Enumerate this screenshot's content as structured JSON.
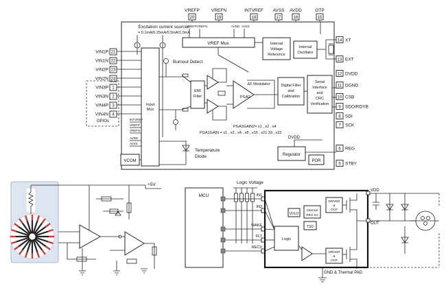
{
  "adc": {
    "left_pins": [
      {
        "name": "VIN1P",
        "num": "21"
      },
      {
        "name": "VIN1N",
        "num": "22"
      },
      {
        "name": "VIN2P",
        "num": "23"
      },
      {
        "name": "VIN2N",
        "num": "24"
      },
      {
        "name": "VIN3P",
        "num": "1"
      },
      {
        "name": "VIN3N",
        "num": "2"
      },
      {
        "name": "VIN4P",
        "num": "3"
      },
      {
        "name": "VIN4N",
        "num": "4"
      }
    ],
    "top_pins": [
      {
        "name": "VREFP",
        "num": "20"
      },
      {
        "name": "VREFN",
        "num": "19"
      },
      {
        "name": "INTVREF",
        "num": "18"
      },
      {
        "name": "AVSS",
        "num": "17"
      },
      {
        "name": "AVDD",
        "num": "16"
      },
      {
        "name": "OTP",
        "num": "15"
      }
    ],
    "right_pins": [
      {
        "name": "XT",
        "num": "14"
      },
      {
        "name": "EXT",
        "num": "13"
      },
      {
        "name": "DVDD",
        "num": "12"
      },
      {
        "name": "DGND",
        "num": "11"
      },
      {
        "name": "CSB",
        "num": "10"
      },
      {
        "name": "SDO/RDYB",
        "num": "9"
      },
      {
        "name": "SDI",
        "num": "8"
      },
      {
        "name": "SCK",
        "num": "7"
      },
      {
        "name": "REG",
        "num": "6"
      },
      {
        "name": "STBY",
        "num": "5"
      }
    ],
    "gpio_label": "GPIOs",
    "excitation_title": "Excitation current sources",
    "excitation_values": "= 0.1mA/0.25mA/0.5mA/1.0mA",
    "vref_mux": "VREF Mux",
    "vref_inputs": [
      "VREFP",
      "VREFN",
      "AVDD",
      "AVSS"
    ],
    "internal_ref": [
      "Internal",
      "Voltage",
      "Reference"
    ],
    "internal_osc": [
      "Internal",
      "Oscillator"
    ],
    "burnout": "Burnout Detect",
    "emi": [
      "EMI",
      "Filter"
    ],
    "pga2": "PGA2",
    "modulator": "ΔΣ Modulator",
    "digital_filter": [
      "Digital Filter",
      "and",
      "Calibration"
    ],
    "serial": [
      "Serial",
      "Interface",
      "and",
      "CRC",
      "Verification"
    ],
    "input_mux": [
      "Input",
      "Mux"
    ],
    "mux_inputs": [
      "INTVREF",
      "VREFP",
      "VREFN",
      "AVDD",
      "AVSS"
    ],
    "pga2_gain": "PGA2GAIN2= x1 , x2 , x4",
    "pga1_gain": "PGA1GAIN = x1 , x2 , x4 , x8 , x16 , x21.33 , x32",
    "vcom": "VCOM",
    "temp": [
      "Temperature",
      "Diode"
    ],
    "dvdd_label": "DVDD",
    "regulator": "Regulator",
    "por": "POR"
  },
  "sensor": {
    "supply": "+5V"
  },
  "driver": {
    "mcu": "MCU",
    "logic_voltage": "Logic Voltage",
    "signals": [
      "IN1",
      "IN2",
      "WAKE",
      "FLT",
      "RECV"
    ],
    "vdd": "VDD",
    "out": "OUT",
    "gnd": "GND & Thermal PAD",
    "uvlo": "UVLO",
    "reg": [
      "Internal",
      "REG 5V"
    ],
    "tsd": "TSD",
    "logic": "Logic",
    "driver_ocp": [
      "DRIVER",
      "&",
      "OCP"
    ]
  }
}
